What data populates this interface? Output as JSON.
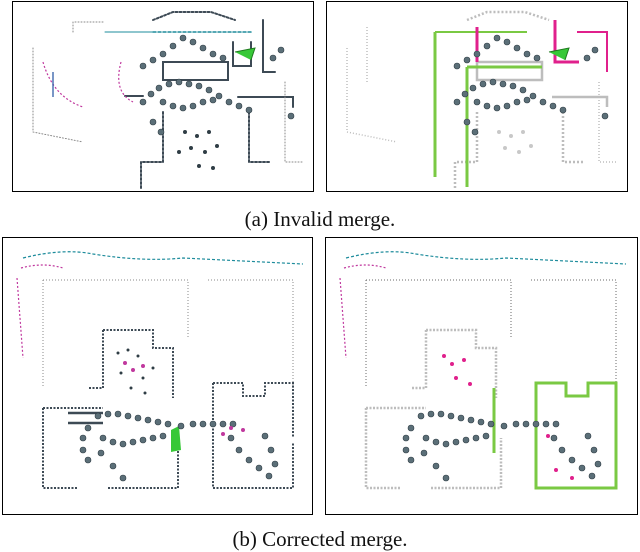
{
  "figure": {
    "caption_a": "(a) Invalid merge.",
    "caption_b": "(b) Corrected merge."
  },
  "panels": [
    {
      "id": "a-left",
      "label": "invalid merge, raw point cloud maps"
    },
    {
      "id": "a-right",
      "label": "invalid merge, highlighted differences"
    },
    {
      "id": "b-left",
      "label": "corrected merge, raw point cloud maps"
    },
    {
      "id": "b-right",
      "label": "corrected merge, highlighted differences"
    }
  ],
  "colors": {
    "wall": "#3d4a55",
    "wall_light": "#bdbdbd",
    "trajectory_teal": "#1e8c9c",
    "trajectory_blue": "#1f4fa0",
    "trajectory_magenta": "#c0389e",
    "node": "#5b6f78",
    "node_edge": "#2f3d45",
    "highlight_green": "#7ac943",
    "highlight_magenta": "#e0208c"
  }
}
